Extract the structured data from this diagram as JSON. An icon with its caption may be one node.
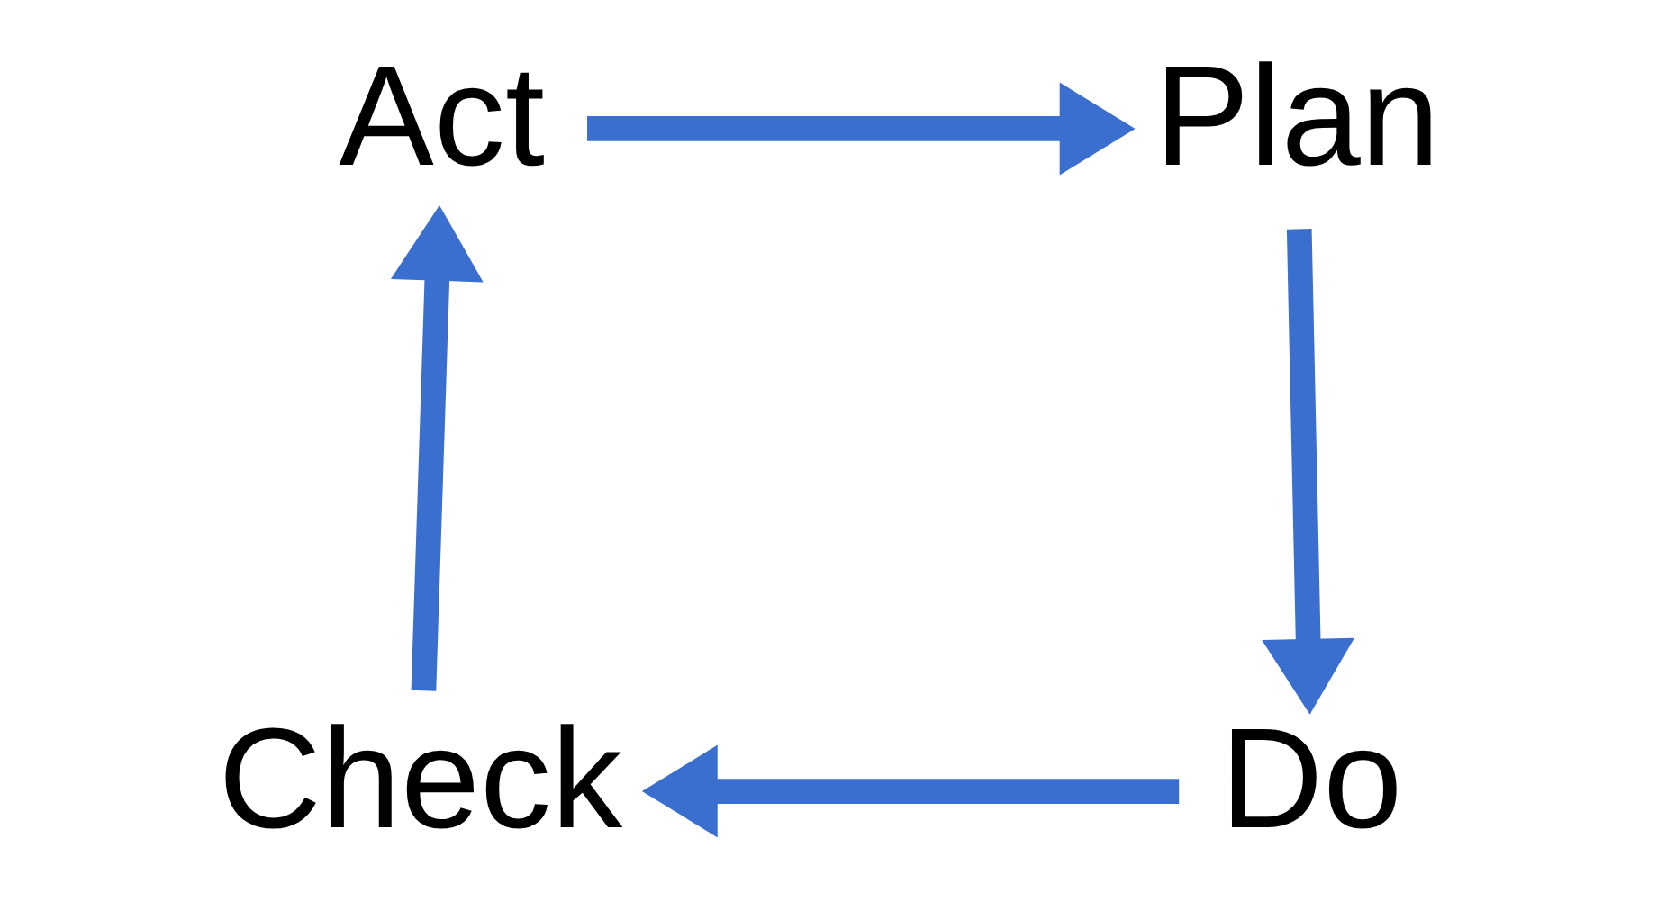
{
  "diagram": {
    "nodes": [
      {
        "text": [
          "Act"
        ]
      },
      {
        "text": [
          "Plan"
        ]
      },
      {
        "text": [
          "Check"
        ]
      },
      {
        "text": [
          "Do"
        ]
      }
    ],
    "edges": [
      {
        "from": 0,
        "to": 1,
        "arrow": "to"
      },
      {
        "from": 1,
        "to": 3,
        "arrow": "to"
      },
      {
        "from": 3,
        "to": 2,
        "arrow": "to"
      },
      {
        "from": 2,
        "to": 0,
        "arrow": "to"
      }
    ]
  }
}
